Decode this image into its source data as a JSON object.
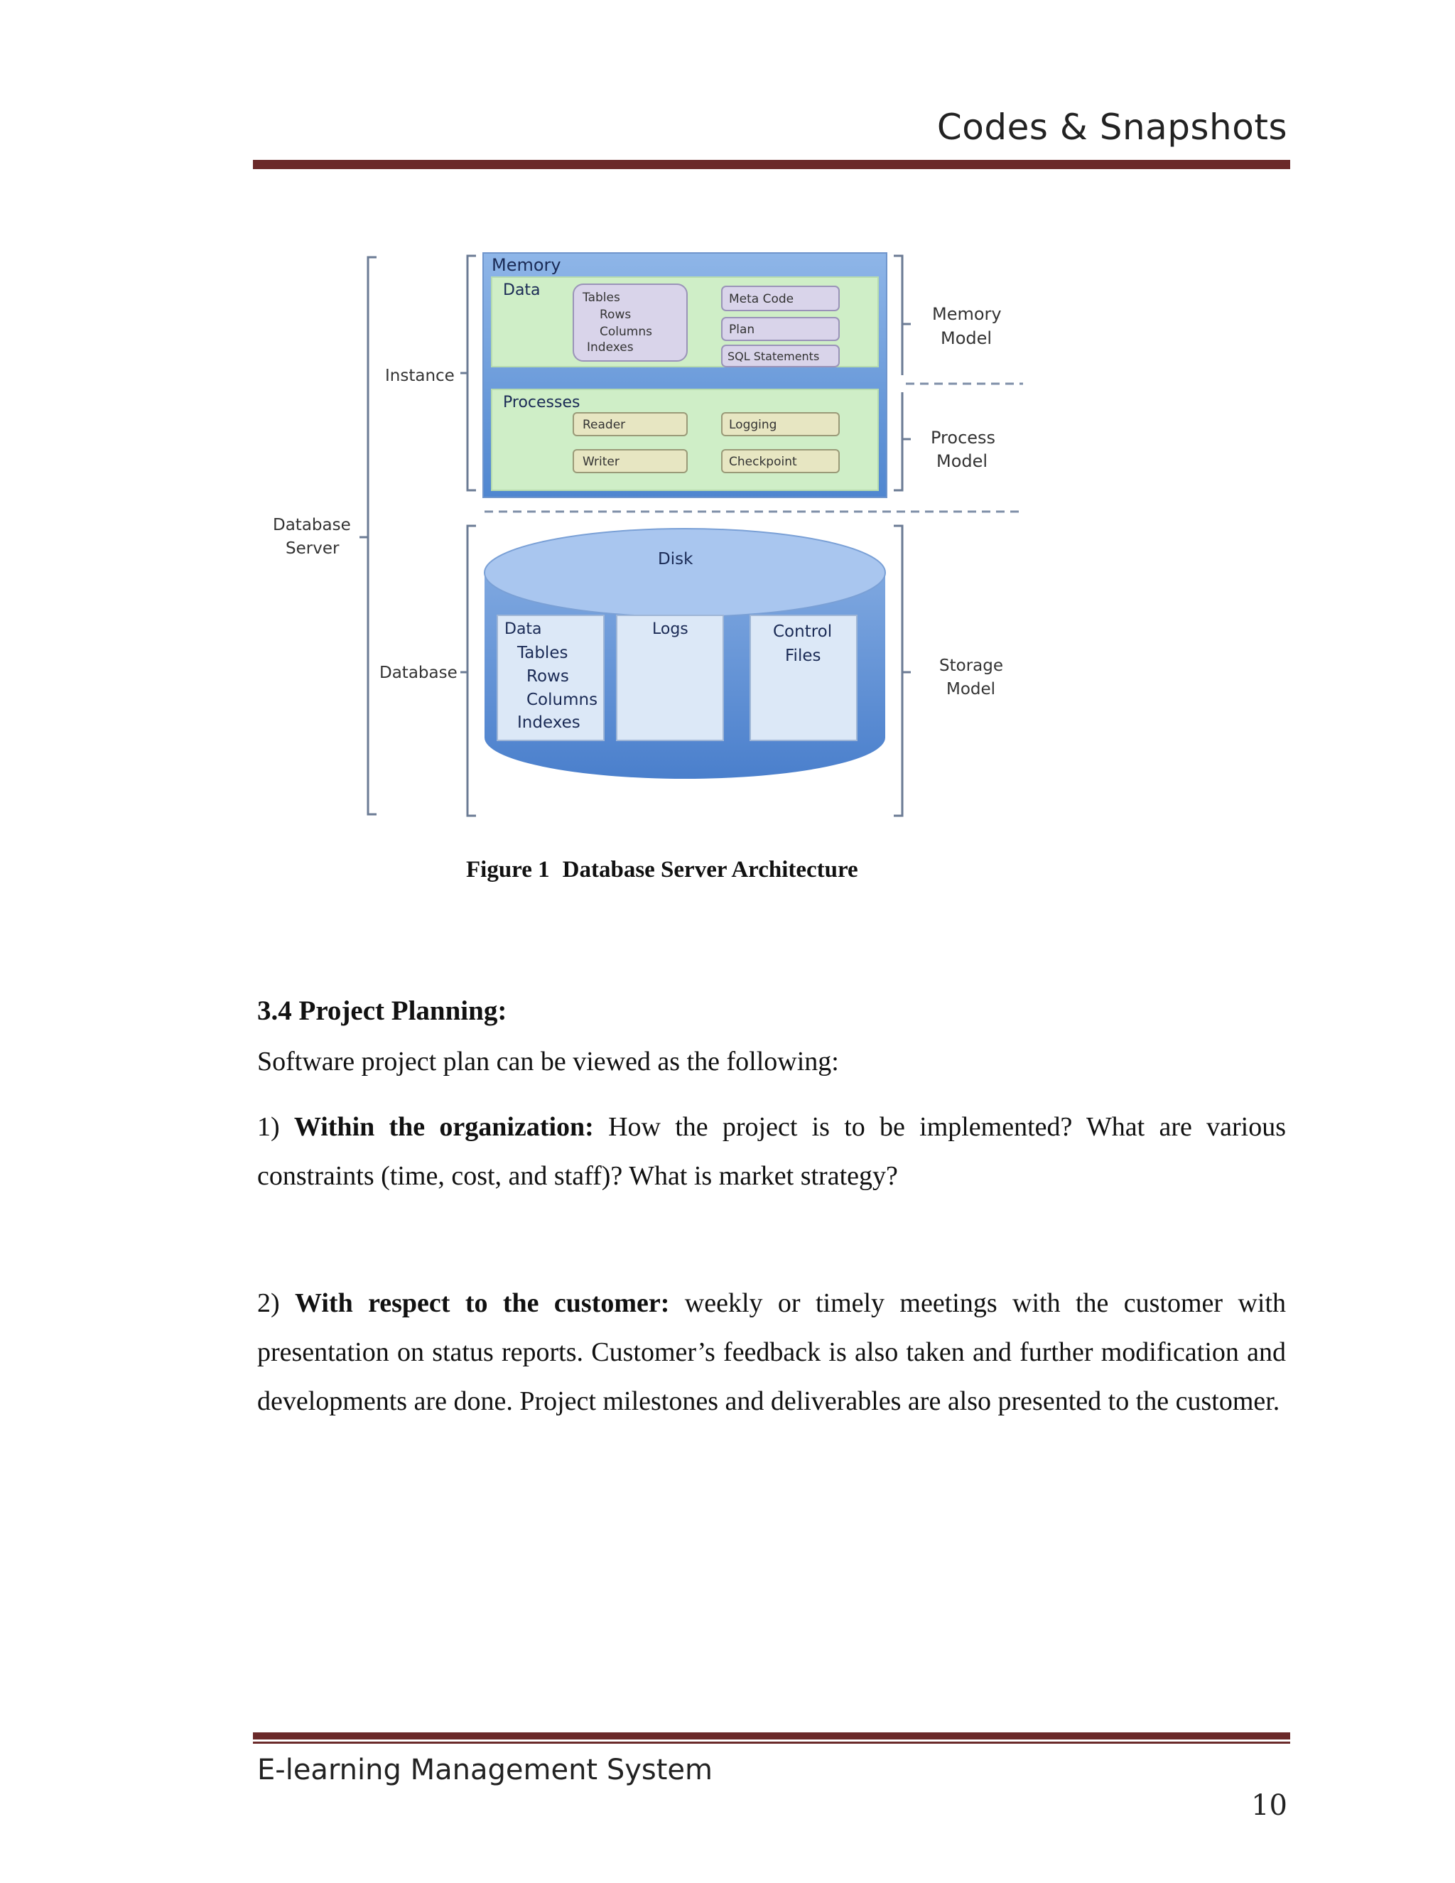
{
  "header": {
    "title": "Codes & Snapshots"
  },
  "figure": {
    "labels": {
      "memory": "Memory",
      "data": "Data",
      "tables": "Tables",
      "rows": "Rows",
      "columns": "Columns",
      "indexes": "Indexes",
      "meta_code": "Meta Code",
      "plan": "Plan",
      "sql_statements": "SQL Statements",
      "processes": "Processes",
      "reader": "Reader",
      "logging": "Logging",
      "writer": "Writer",
      "checkpoint": "Checkpoint",
      "instance": "Instance",
      "database_server_1": "Database",
      "database_server_2": "Server",
      "database": "Database",
      "disk": "Disk",
      "disk_data": "Data",
      "disk_tables": "Tables",
      "disk_rows": "Rows",
      "disk_columns": "Columns",
      "disk_indexes": "Indexes",
      "logs": "Logs",
      "control_1": "Control",
      "control_2": "Files",
      "memory_model_1": "Memory",
      "memory_model_2": "Model",
      "process_model_1": "Process",
      "process_model_2": "Model",
      "storage_model_1": "Storage",
      "storage_model_2": "Model"
    },
    "caption_number": "Figure 1",
    "caption_text": "Database Server Architecture"
  },
  "section": {
    "heading": "3.4 Project Planning:",
    "intro": "Software project plan can be viewed as the following:",
    "item1_prefix": "1) ",
    "item1_bold": "Within the organization:",
    "item1_text": " How the project is to be implemented? What are various constraints (time, cost, and staff)? What is market strategy?",
    "item2_prefix": "2) ",
    "item2_bold": "With respect to the customer:",
    "item2_text": " weekly or timely meetings with the customer with presentation on status reports. Customer’s feedback is also taken and further modification and developments are done. Project milestones and deliverables are also presented to the customer."
  },
  "footer": {
    "title": "E-learning Management System",
    "page_number": "10"
  }
}
